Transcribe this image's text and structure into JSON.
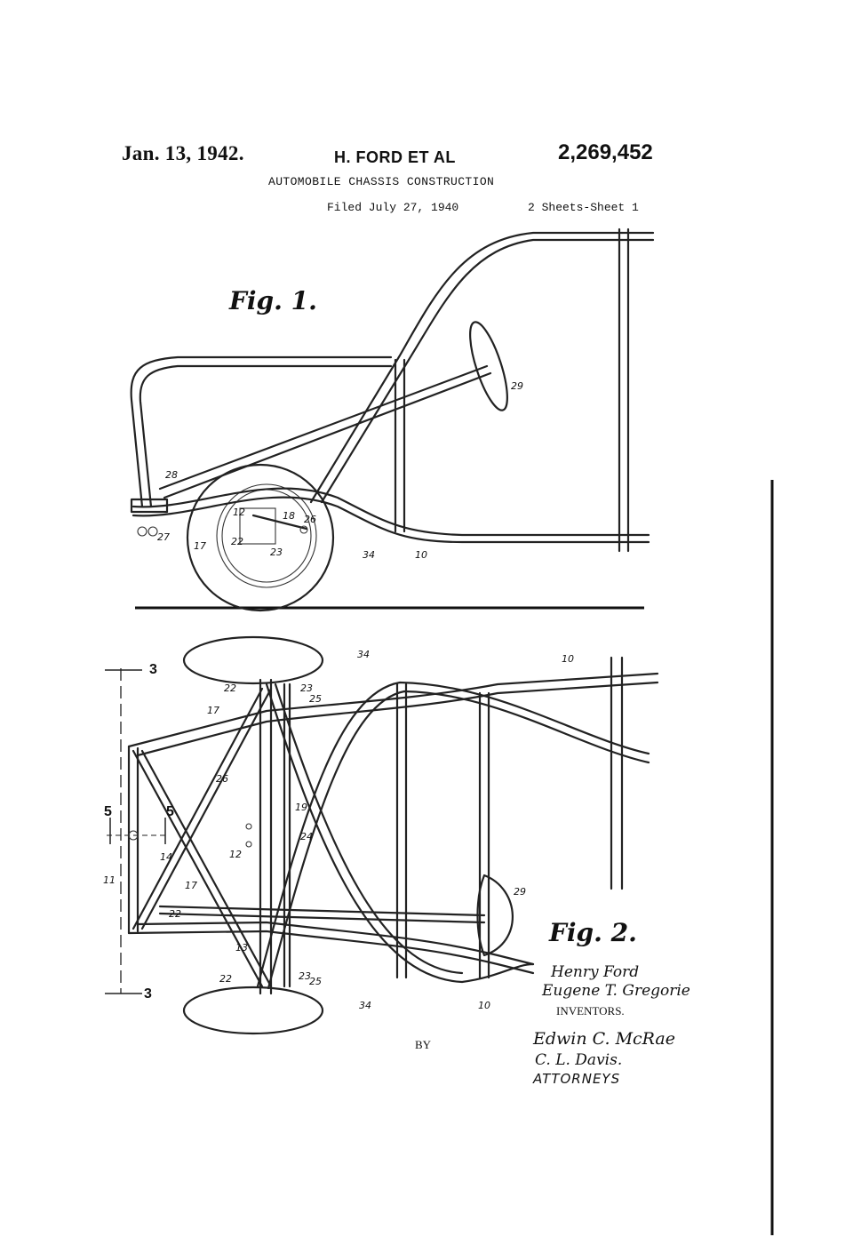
{
  "header": {
    "date": "Jan. 13, 1942.",
    "inventor": "H. FORD ET AL",
    "patent_number": "2,269,452",
    "title": "AUTOMOBILE CHASSIS CONSTRUCTION",
    "filed": "Filed July 27, 1940",
    "sheets": "2 Sheets-Sheet 1"
  },
  "figures": {
    "fig1_label": "Fig. 1.",
    "fig2_label": "Fig. 2."
  },
  "fig1_refs": {
    "r28": "28",
    "r29": "29",
    "r12": "12",
    "r18": "18",
    "r26": "26",
    "r27": "27",
    "r17": "17",
    "r22": "22",
    "r23": "23",
    "r34": "34",
    "r10": "10"
  },
  "fig2_refs": {
    "r34a": "34",
    "r10a": "10",
    "r22a": "22",
    "r23a": "23",
    "r25a": "25",
    "r17a": "17",
    "r26": "26",
    "r19": "19",
    "r24": "24",
    "r12": "12",
    "r14": "14",
    "r11": "11",
    "r17b": "17",
    "r22b": "22",
    "r13": "13",
    "r22c": "22",
    "r23b": "23",
    "r34b": "34",
    "r10b": "10",
    "r29": "29",
    "r25b": "25"
  },
  "section_marks": {
    "top": "3",
    "bottom": "3",
    "left5": "5",
    "right5": "5"
  },
  "signatures": {
    "inventor1": "Henry Ford",
    "inventor2": "Eugene T. Gregorie",
    "inventors_caption": "INVENTORS.",
    "by": "BY",
    "attorney1": "Edwin C. McRae",
    "attorney2": "C. L. Davis.",
    "attorneys_caption": "ATTORNEYS"
  }
}
